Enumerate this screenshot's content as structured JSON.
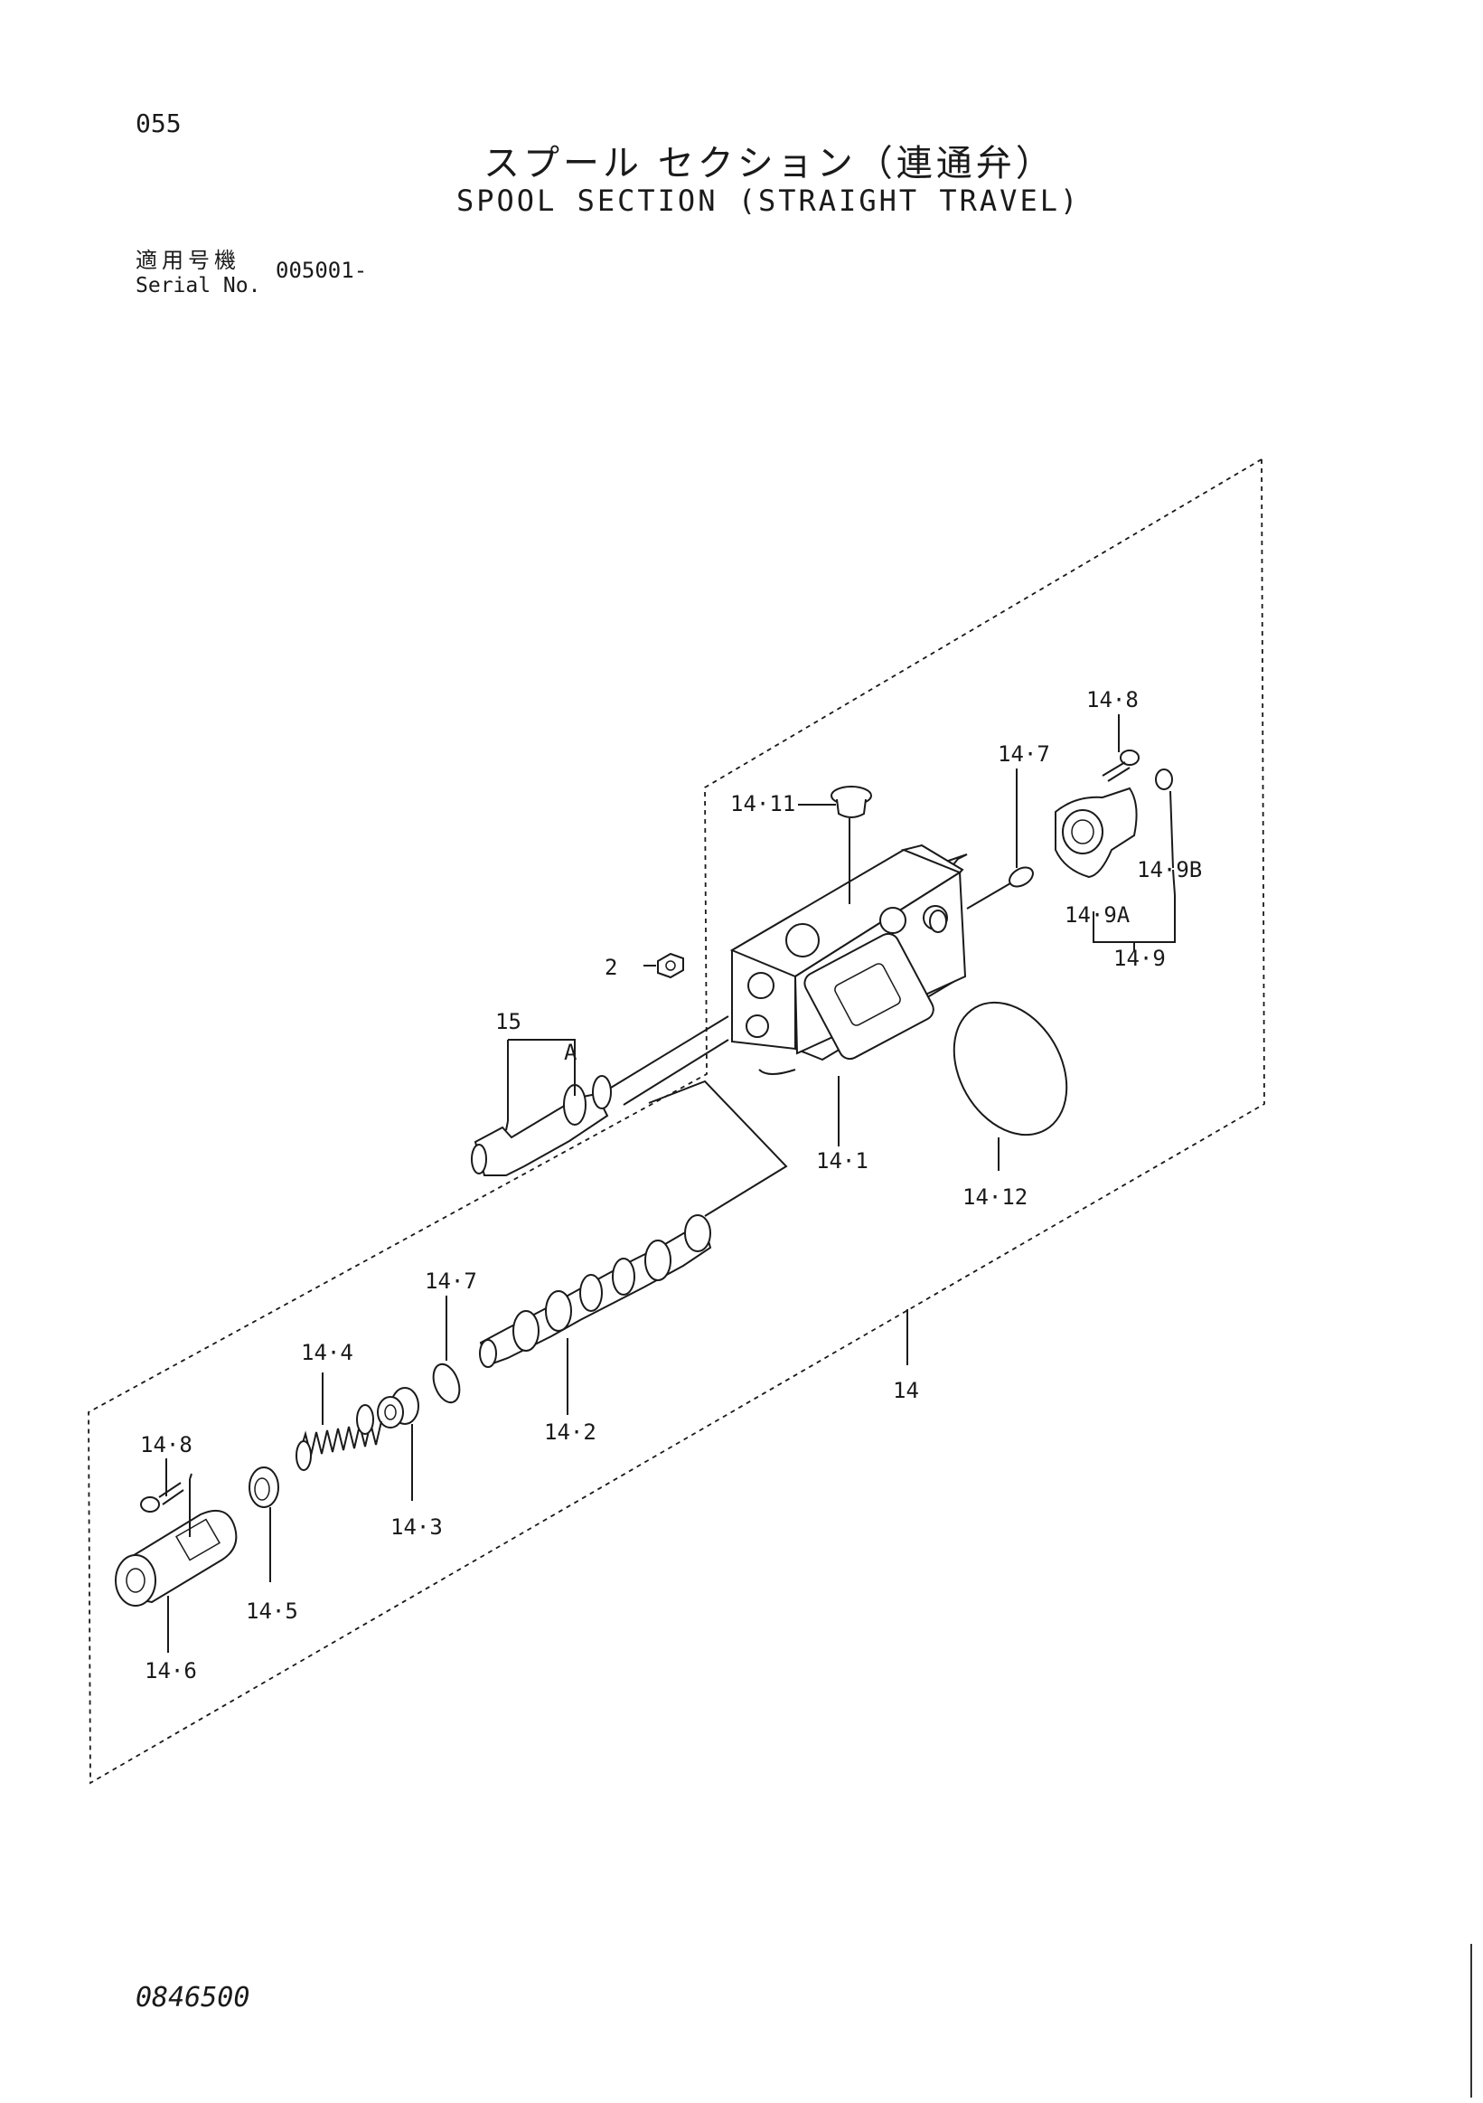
{
  "page_number": "055",
  "title_ja": "スプール セクション（連通弁）",
  "title_en": "SPOOL SECTION (STRAIGHT TRAVEL)",
  "serial": {
    "label_ja": "適用号機",
    "label_en": "Serial No.",
    "value": "005001-"
  },
  "doc_number": "0846500",
  "callouts": {
    "c14": "14",
    "c14_1": "14·1",
    "c14_2": "14·2",
    "c14_3": "14·3",
    "c14_4": "14·4",
    "c14_5": "14·5",
    "c14_6": "14·6",
    "c14_7a": "14·7",
    "c14_7b": "14·7",
    "c14_8a": "14·8",
    "c14_8b": "14·8",
    "c14_9": "14·9",
    "c14_9A": "14·9A",
    "c14_9B": "14·9B",
    "c14_11": "14·11",
    "c14_12": "14·12",
    "c2": "2",
    "c15": "15",
    "cA": "A"
  }
}
